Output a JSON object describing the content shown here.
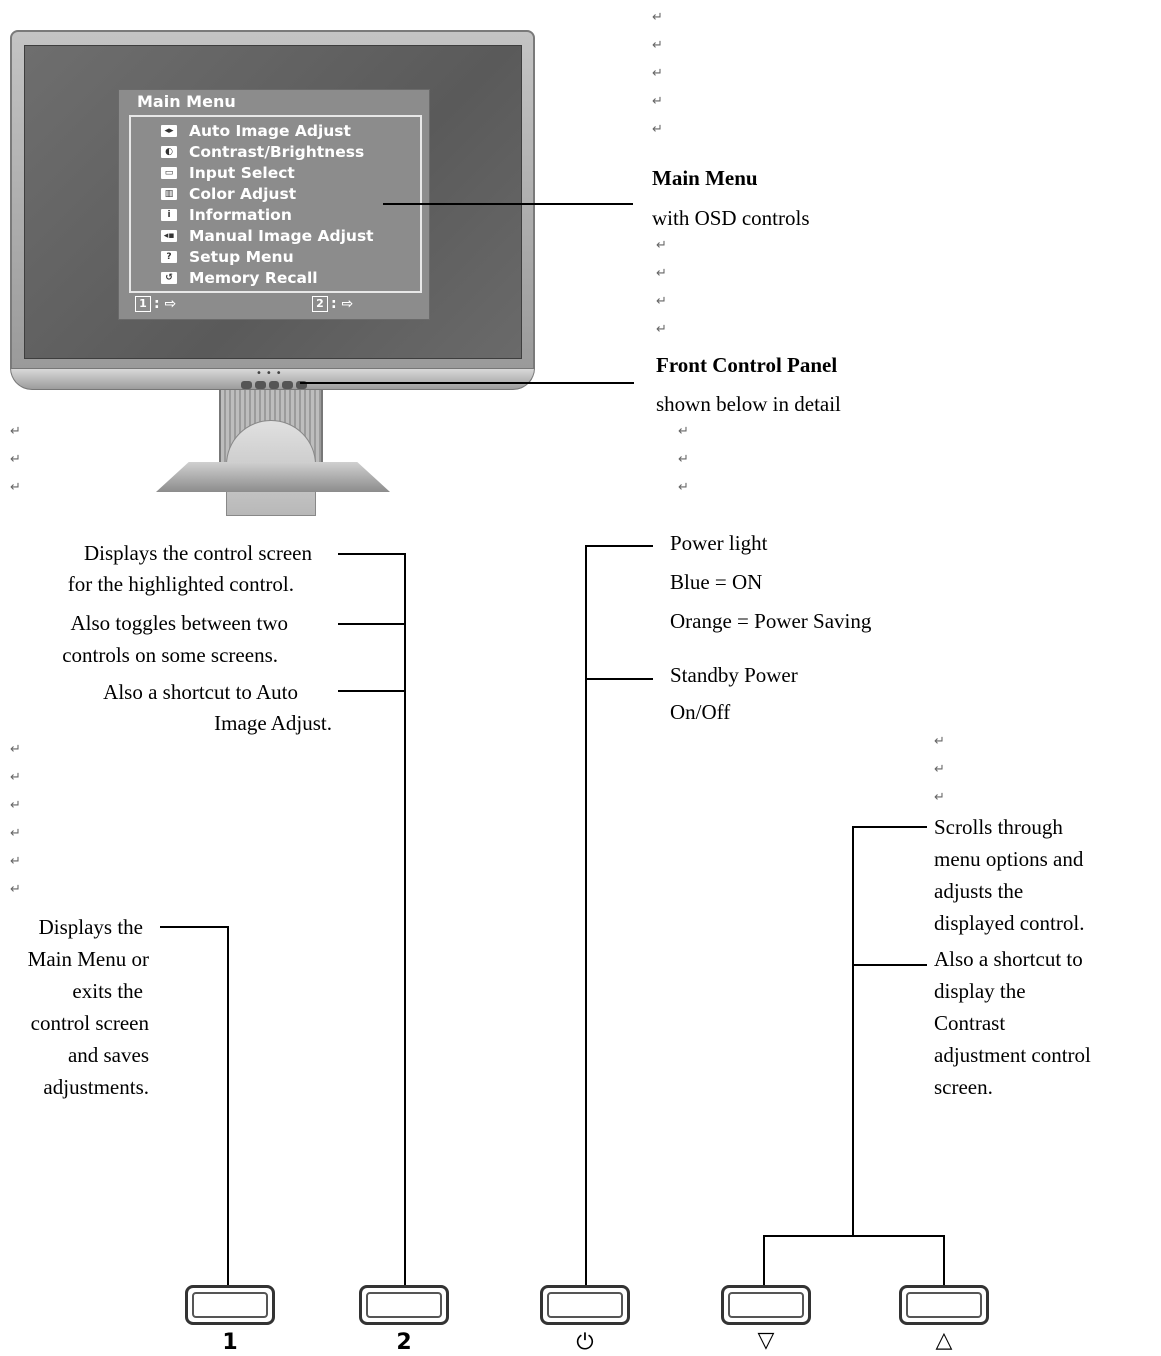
{
  "osd": {
    "title": "Main Menu",
    "items": [
      {
        "label": "Auto Image Adjust",
        "icon": "auto-adjust-icon"
      },
      {
        "label": "Contrast/Brightness",
        "icon": "contrast-icon"
      },
      {
        "label": "Input Select",
        "icon": "input-select-icon"
      },
      {
        "label": "Color Adjust",
        "icon": "color-adjust-icon"
      },
      {
        "label": "Information",
        "icon": "information-icon"
      },
      {
        "label": "Manual Image Adjust",
        "icon": "manual-adjust-icon"
      },
      {
        "label": "Setup Menu",
        "icon": "setup-menu-icon"
      },
      {
        "label": "Memory Recall",
        "icon": "memory-recall-icon"
      }
    ],
    "footer_left_key": "1",
    "footer_right_key": "2"
  },
  "callouts": {
    "main_menu_title": "Main Menu",
    "main_menu_sub": "with OSD controls",
    "panel_title": "Front Control Panel",
    "panel_sub": "shown below in detail"
  },
  "descriptions": {
    "btn2_line1": "Displays the control screen",
    "btn2_line2": "for the highlighted control.",
    "btn2_line3": "Also toggles between two",
    "btn2_line4": "controls on some screens.",
    "btn2_line5": "Also a shortcut to Auto",
    "btn2_line6": "Image Adjust.",
    "power_line1": "Power light",
    "power_line2": "Blue = ON",
    "power_line3": "Orange = Power Saving",
    "standby_line1": "Standby Power",
    "standby_line2": "On/Off",
    "arrows_line1": "Scrolls through",
    "arrows_line2": "menu options and",
    "arrows_line3": "adjusts the",
    "arrows_line4": "displayed control.",
    "arrows_line5": "Also a shortcut to",
    "arrows_line6": "display the",
    "arrows_line7": "Contrast",
    "arrows_line8": "adjustment control",
    "arrows_line9": "screen.",
    "btn1_line1": "Displays the",
    "btn1_line2": "Main Menu or",
    "btn1_line3": "exits the",
    "btn1_line4": "control screen",
    "btn1_line5": "and saves",
    "btn1_line6": "adjustments."
  },
  "buttons": [
    {
      "label": "1"
    },
    {
      "label": "2"
    },
    {
      "label": "⏻"
    },
    {
      "label": "▽"
    },
    {
      "label": "△"
    }
  ]
}
